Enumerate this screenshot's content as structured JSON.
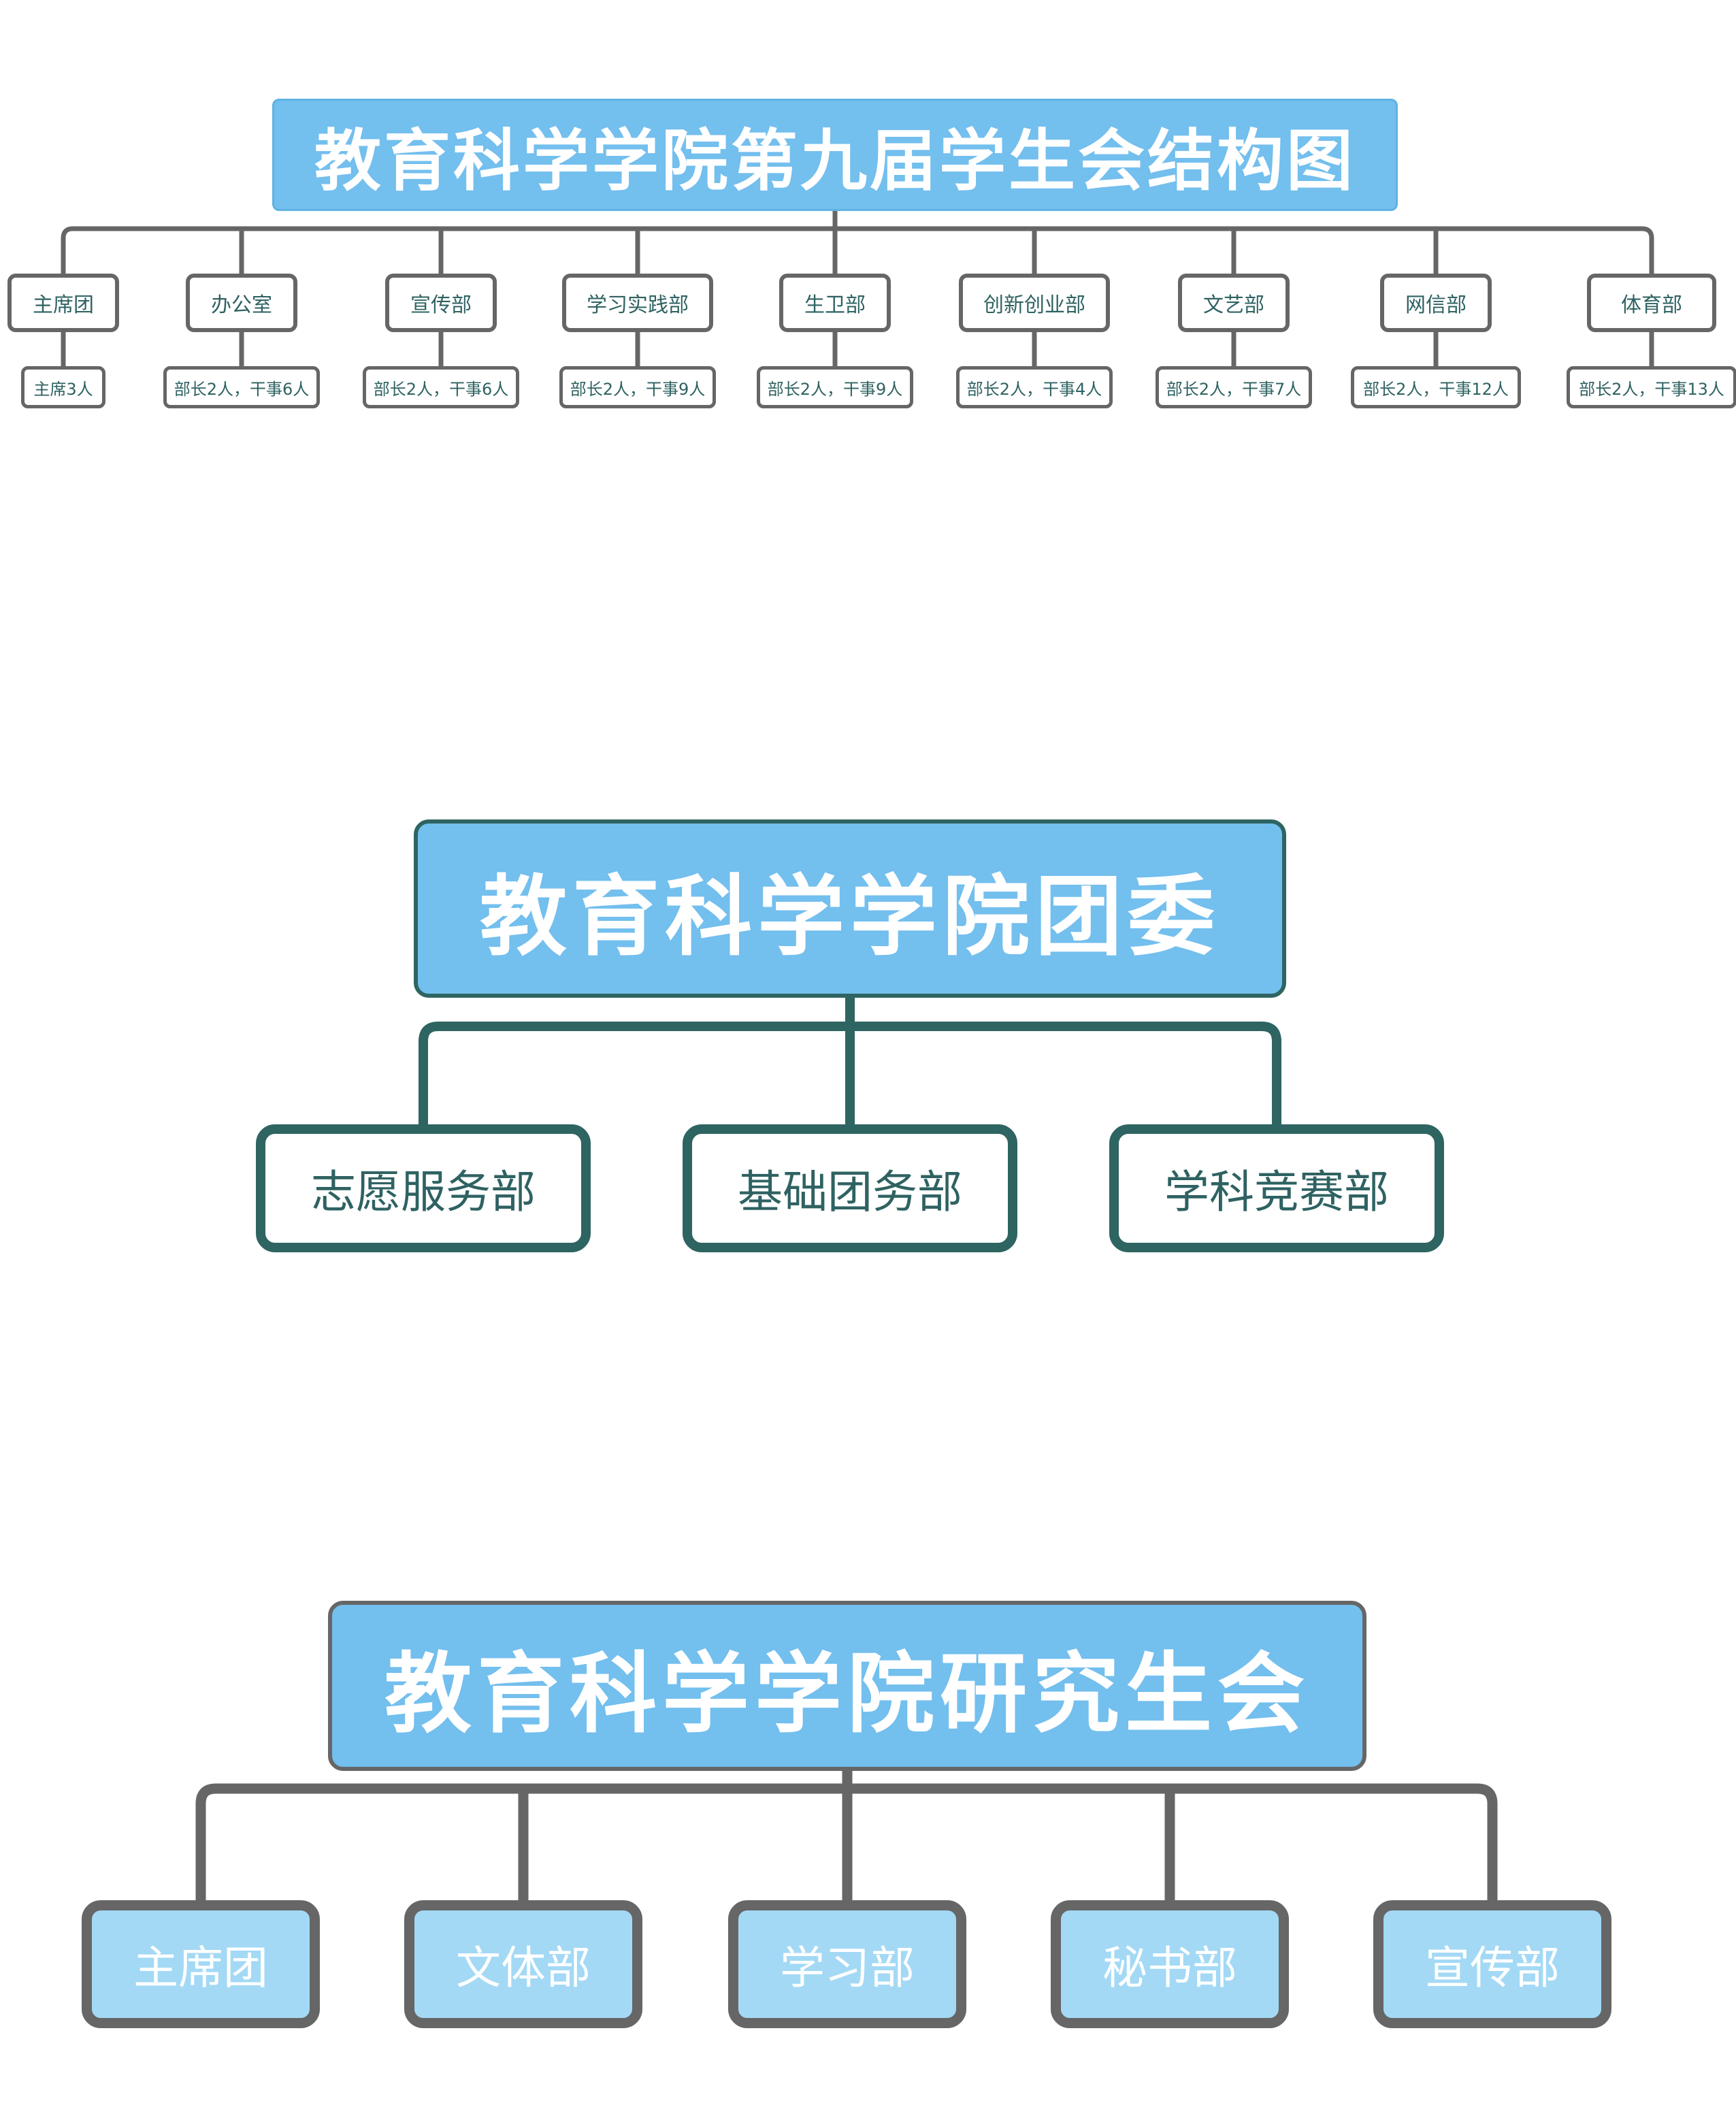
{
  "chart1": {
    "title": "教育科学学院第九届学生会结构图",
    "departments": [
      {
        "name": "主席团",
        "count": "主席3人"
      },
      {
        "name": "办公室",
        "count": "部长2人，干事6人"
      },
      {
        "name": "宣传部",
        "count": "部长2人，干事6人"
      },
      {
        "name": "学习实践部",
        "count": "部长2人，干事9人"
      },
      {
        "name": "生卫部",
        "count": "部长2人，干事9人"
      },
      {
        "name": "创新创业部",
        "count": "部长2人，干事4人"
      },
      {
        "name": "文艺部",
        "count": "部长2人，干事7人"
      },
      {
        "name": "网信部",
        "count": "部长2人，干事12人"
      },
      {
        "name": "体育部",
        "count": "部长2人，干事13人"
      }
    ]
  },
  "chart2": {
    "title": "教育科学学院团委",
    "departments": [
      "志愿服务部",
      "基础团务部",
      "学科竞赛部"
    ]
  },
  "chart3": {
    "title": "教育科学学院研究生会",
    "departments": [
      "主席团",
      "文体部",
      "学习部",
      "秘书部",
      "宣传部"
    ]
  },
  "colors": {
    "title_fill": "#73bfee",
    "connector_gray": "#666666",
    "connector_teal": "#2e6462",
    "node_text_teal": "#2f6262",
    "light_blue_fill": "#a3d9f5"
  }
}
